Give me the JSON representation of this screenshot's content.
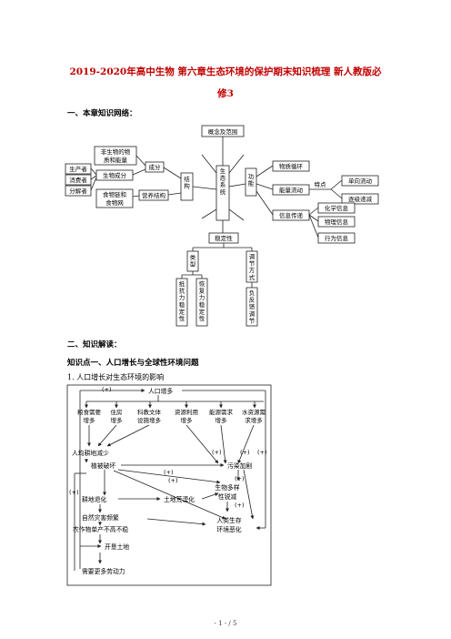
{
  "doc": {
    "title_line1": "2019-2020年高中生物 第六章生态环境的保护期末知识梳理 新人教版必",
    "title_line2": "修3",
    "section1": "一、本章知识网络：",
    "section2": "二、知识解读：",
    "point1": "知识点一、人口增长与全球性环境问题",
    "sub1": "1. 人口增长对生态环境的影响",
    "footer": "- 1 - / 5"
  },
  "network": {
    "concept": "概念及范围",
    "abiotic_line1": "非生物的物",
    "abiotic_line2": "质和能量",
    "producer": "生产者",
    "consumer": "消费者",
    "decomposer": "分解者",
    "biotic": "生物成分",
    "composition": "成分",
    "foodchain_line1": "食物链和",
    "foodchain_line2": "食物网",
    "trophic": "营养结构",
    "structure": "结构",
    "ecosystem": "生态系统",
    "function": "功能",
    "material_cycle": "物质循环",
    "energy_flow": "能量流动",
    "features": "特点",
    "one_way": "单向流动",
    "decrease": "逐级递减",
    "info": "信息传递",
    "chem_info": "化学信息",
    "phys_info": "物理信息",
    "behav_info": "行为信息",
    "stability": "稳定性",
    "types": "类型",
    "resistance": "抵抗力稳定性",
    "resilience": "恢复力稳定性",
    "regulation": "调节方式",
    "negative_feedback": "负反馈调节"
  },
  "population": {
    "plus": "(+)",
    "growth": "人口增多",
    "food_line1": "粮食需要",
    "food_line2": "增多",
    "housing_line1": "住房",
    "housing_line2": "增多",
    "culture_line1": "科教文体",
    "culture_line2": "设施增多",
    "resource_line1": "资源利用",
    "resource_line2": "增多",
    "energy_line1": "能源需求",
    "energy_line2": "增多",
    "water_line1": "水资源需",
    "water_line2": "求增多",
    "farmland": "人均耕地减少",
    "vegetation": "植被破坏",
    "pollution": "污染加剧",
    "degradation": "耕地退化",
    "desert": "土地荒漠化",
    "biodiversity_line1": "生物多样",
    "biodiversity_line2": "性锐减",
    "disaster": "自然灾害频繁",
    "yield": "农作物单产不高不稳",
    "env_line1": "人类生存",
    "env_line2": "环境恶化",
    "reclaim": "开垦土地",
    "labor": "需要更多劳动力"
  }
}
